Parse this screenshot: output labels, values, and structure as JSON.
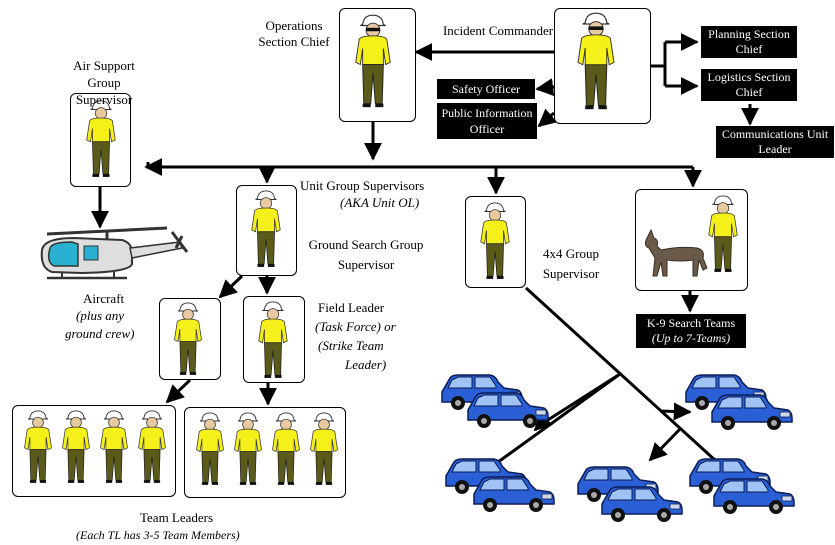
{
  "roles": {
    "incident_commander": "Incident Commander",
    "operations_chief": "Operations Section Chief",
    "air_support": "Air Support Group Supervisor",
    "planning_chief": "Planning Section Chief",
    "logistics_chief": "Logistics Section Chief",
    "communications_leader": "Communications Unit Leader",
    "safety_officer": "Safety Officer",
    "public_info_officer": "Public Information Officer",
    "unit_group_supervisors": "Unit Group Supervisors",
    "unit_group_aka": "(AKA Unit OL)",
    "ground_search_supervisor": "Ground Search Group Supervisor",
    "fourx4_supervisor": "4x4 Group Supervisor",
    "field_leader": "Field Leader",
    "field_leader_note1": "(Task Force) or",
    "field_leader_note2": "(Strike Team",
    "field_leader_note3": "Leader)",
    "aircraft": "Aircraft",
    "aircraft_note1": "(plus any",
    "aircraft_note2": "ground crew)",
    "k9_teams": "K-9 Search Teams",
    "k9_note": "(Up to 7-Teams)",
    "team_leaders": "Team Leaders",
    "team_leaders_note": "(Each TL has 3-5 Team Members)"
  },
  "colors": {
    "shirt": "#f5f01a",
    "pants": "#5a5a1a",
    "helmet": "#ffffff",
    "vehicle": "#2a5fd6",
    "label_bg": "#000000",
    "label_text": "#ffffff"
  },
  "icons": {
    "person": "person-icon",
    "helicopter": "helicopter-icon",
    "dog": "dog-icon",
    "vehicle": "vehicle-icon"
  }
}
